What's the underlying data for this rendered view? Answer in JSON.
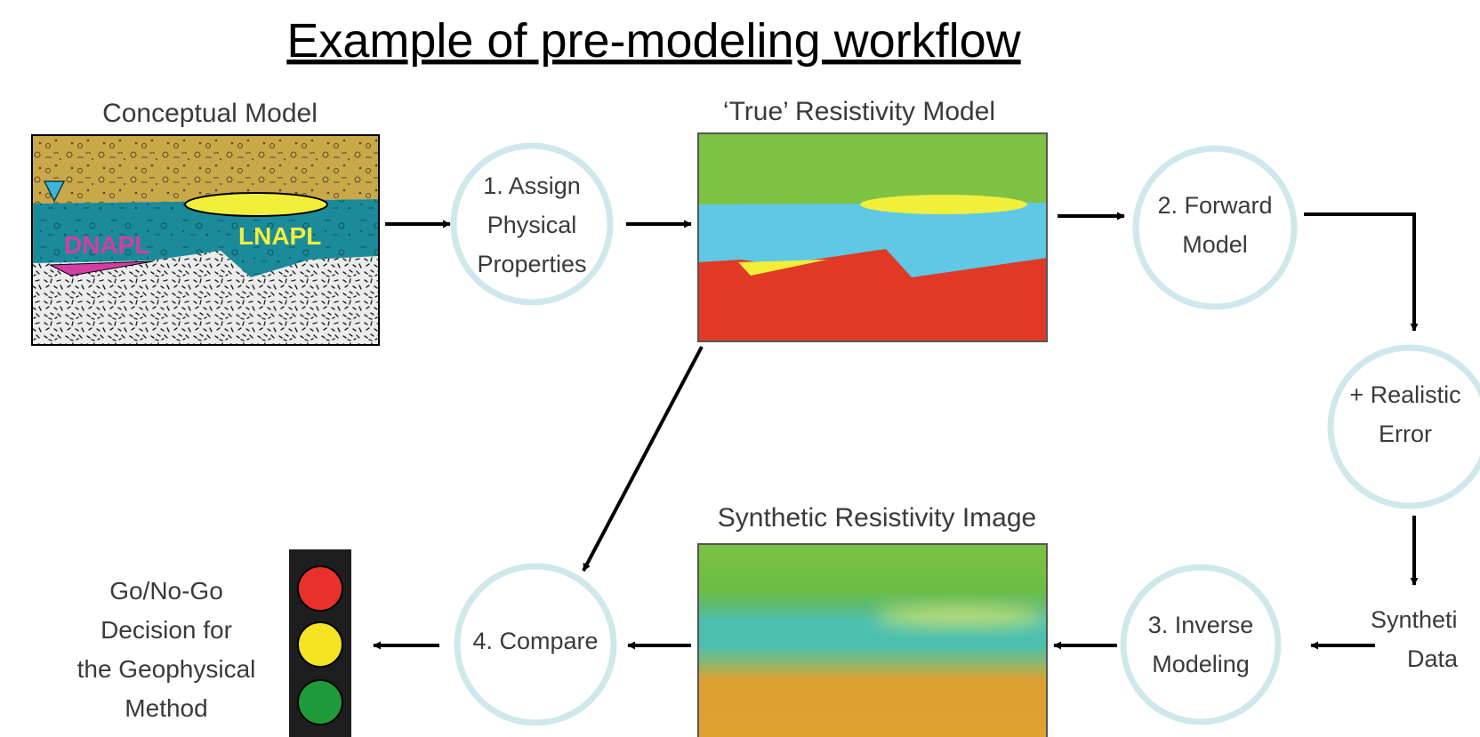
{
  "title": "Example of pre-modeling workflow",
  "panels": {
    "conceptual": {
      "title": "Conceptual Model",
      "dnapl": "DNAPL",
      "lnapl": "LNAPL"
    },
    "true_model": {
      "title": "‘True’ Resistivity Model"
    },
    "synthetic_image": {
      "title": "Synthetic Resistivity Image"
    }
  },
  "steps": {
    "assign": [
      "1. Assign",
      "Physical",
      "Properties"
    ],
    "forward": [
      "2. Forward",
      "Model"
    ],
    "error": [
      "+ Realistic",
      "Error"
    ],
    "synthetic_data": [
      "Syntheti",
      "Data"
    ],
    "inverse": [
      "3. Inverse",
      "Modeling"
    ],
    "compare": [
      "4. Compare"
    ]
  },
  "decision": [
    "Go/No-Go",
    "Decision for",
    "the Geophysical",
    "Method"
  ],
  "colors": {
    "resistivity_top": "#7dc242",
    "resistivity_mid": "#5ec8e5",
    "resistivity_bottom": "#e03a26",
    "napl": "#f2ef3b",
    "conceptual_sand": "#c9a84a",
    "conceptual_water": "#1b8a9a",
    "dnapl": "#d43da4",
    "circle_ring": "#cfe8ec",
    "traffic_red": "#e8312a",
    "traffic_yellow": "#f4e423",
    "traffic_green": "#1e9a3b"
  },
  "icons": [
    "water-table-triangle-icon",
    "traffic-light-icon"
  ]
}
